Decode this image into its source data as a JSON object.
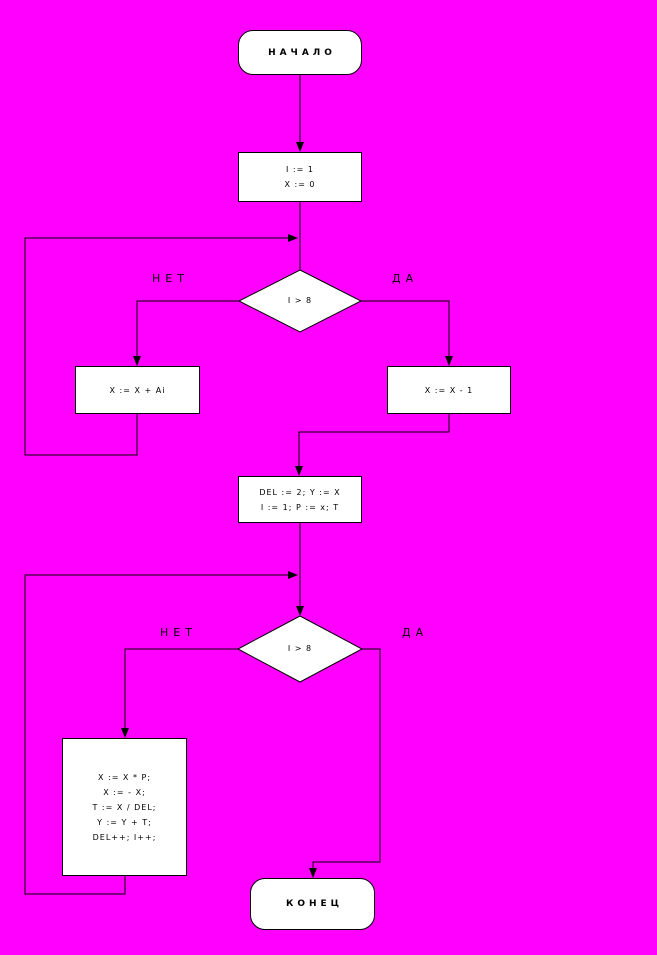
{
  "colors": {
    "background": "#ff00ff",
    "shape_fill": "#ffffff",
    "line": "#000000"
  },
  "nodes": {
    "start": {
      "label": "НАЧАЛО"
    },
    "init": {
      "lines": [
        "I := 1",
        "X := 0"
      ]
    },
    "decision1": {
      "condition": "I > 8",
      "no": "НЕТ",
      "yes": "ДА"
    },
    "add": {
      "lines": [
        "X := X + Ai"
      ]
    },
    "sub": {
      "lines": [
        "X := X - 1"
      ]
    },
    "init2": {
      "lines": [
        "DEL := 2; Y := X",
        "I := 1; P := x; T"
      ]
    },
    "decision2": {
      "condition": "I > 8",
      "no": "НЕТ",
      "yes": "ДА"
    },
    "body": {
      "lines": [
        "X := X * P;",
        "X := - X;",
        "T := X / DEL;",
        "Y := Y + T;",
        "DEL++; I++;"
      ]
    },
    "end": {
      "label": "КОНЕЦ"
    }
  }
}
